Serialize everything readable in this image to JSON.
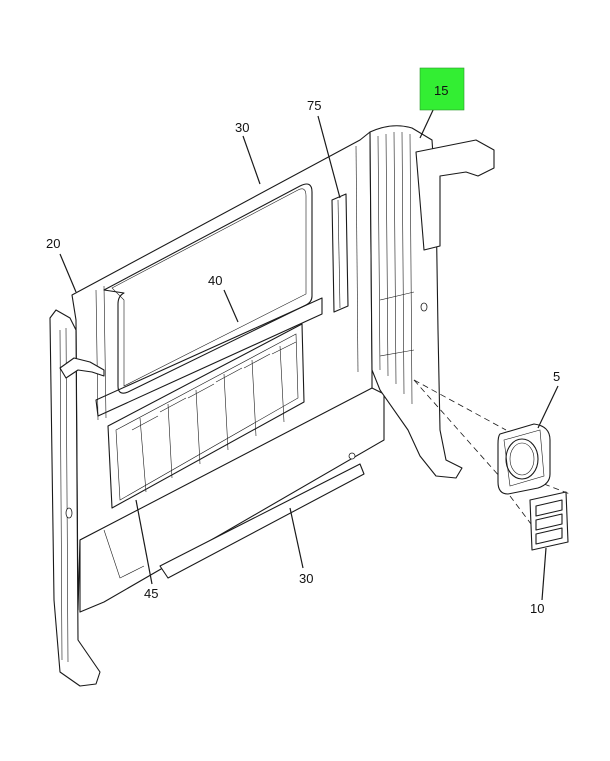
{
  "diagram": {
    "callouts": [
      {
        "id": "15",
        "label": "15",
        "highlighted": true
      },
      {
        "id": "75",
        "label": "75"
      },
      {
        "id": "30-top",
        "label": "30"
      },
      {
        "id": "20",
        "label": "20"
      },
      {
        "id": "40",
        "label": "40"
      },
      {
        "id": "5",
        "label": "5"
      },
      {
        "id": "45",
        "label": "45"
      },
      {
        "id": "30-bottom",
        "label": "30"
      },
      {
        "id": "10",
        "label": "10"
      }
    ],
    "colors": {
      "highlight": "#33ee33",
      "line": "#1a1a1a",
      "background": "#ffffff"
    }
  }
}
